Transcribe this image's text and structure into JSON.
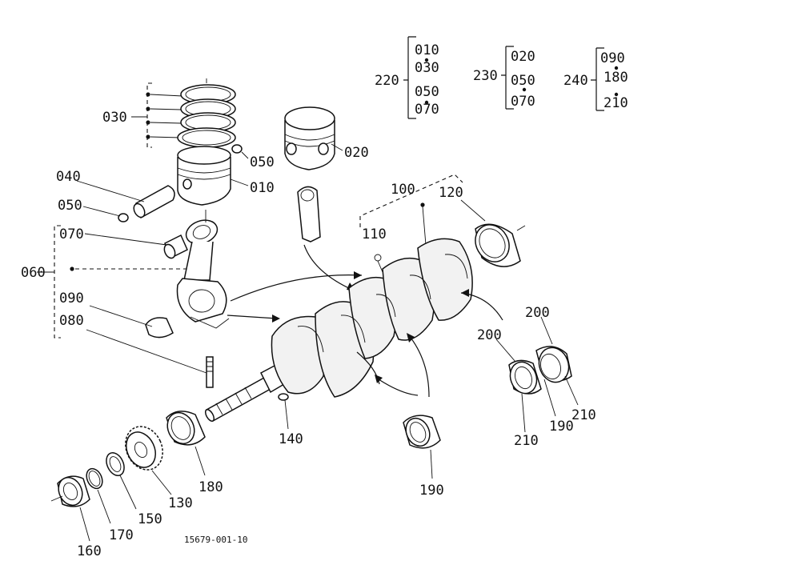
{
  "diagram": {
    "drawing_number": "15679-001-10",
    "callouts": {
      "c010": "010",
      "c020": "020",
      "c030": "030",
      "c040": "040",
      "c050a": "050",
      "c050b": "050",
      "c060": "060",
      "c070": "070",
      "c080": "080",
      "c090": "090",
      "c100": "100",
      "c110": "110",
      "c120": "120",
      "c130": "130",
      "c140": "140",
      "c150": "150",
      "c160": "160",
      "c170": "170",
      "c180": "180",
      "c190a": "190",
      "c190b": "190",
      "c200a": "200",
      "c200b": "200",
      "c210a": "210",
      "c210b": "210"
    },
    "groups": {
      "g220": {
        "label": "220",
        "items": [
          "010",
          "030",
          "050",
          "070"
        ]
      },
      "g230": {
        "label": "230",
        "items": [
          "020",
          "050",
          "070"
        ]
      },
      "g240": {
        "label": "240",
        "items": [
          "090",
          "180",
          "210"
        ]
      }
    }
  }
}
